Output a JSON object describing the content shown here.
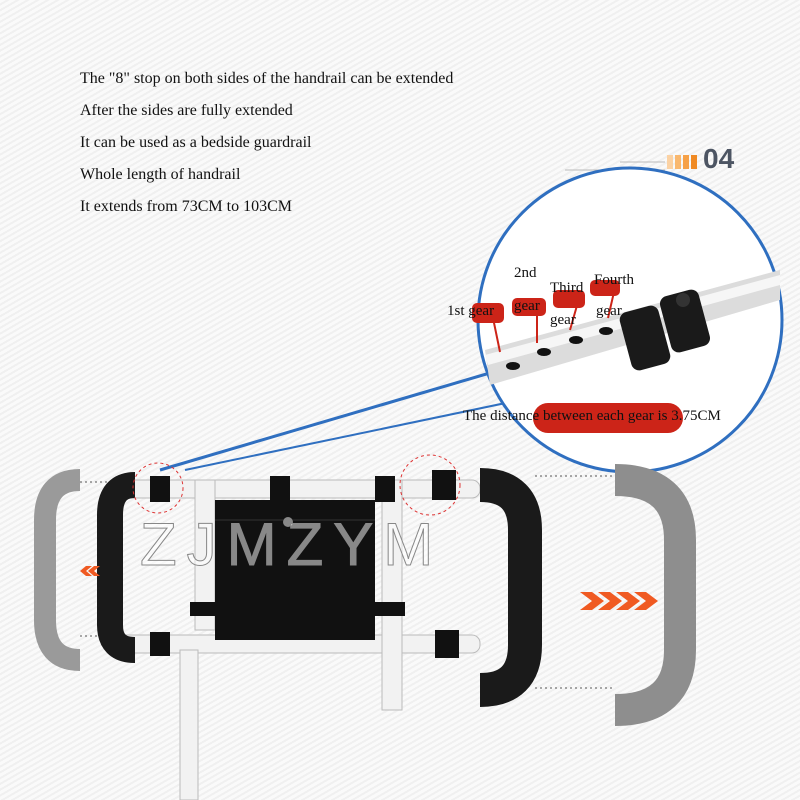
{
  "description_lines": [
    "The \"8\" stop on both sides of the handrail can be extended",
    "After the sides are fully extended",
    "It can be used as a bedside guardrail",
    "Whole length of handrail",
    "It extends from 73CM to 103CM"
  ],
  "section_number": "04",
  "gears": {
    "first": "1st gear",
    "second_top": "2nd",
    "second_bottom": "gear",
    "third_top": "Third",
    "third_bottom": "gear",
    "fourth_top": "Fourth",
    "fourth_bottom": "gear"
  },
  "distance_note": "The distance between each gear is 3.75CM",
  "watermark": "ZJMZYM",
  "colors": {
    "accent_red": "#cc2418",
    "accent_orange": "#f08a24",
    "circle_blue": "#2f6fc0"
  }
}
